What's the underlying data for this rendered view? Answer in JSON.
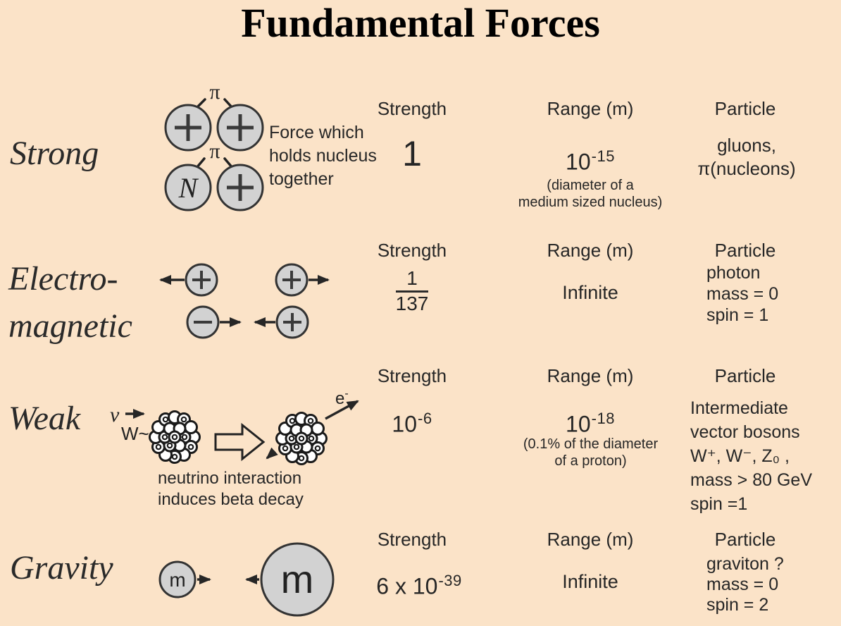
{
  "title": "Fundamental Forces",
  "colors": {
    "background": "#fbe3c8",
    "circle_fill": "#d2d2d2",
    "ink": "#262626"
  },
  "columns": {
    "strength": "Strength",
    "range": "Range (m)",
    "particle": "Particle"
  },
  "strong": {
    "name": "Strong",
    "diagram": {
      "pi": "π",
      "plus": "+",
      "n": "N"
    },
    "description_lines": [
      "Force which",
      "holds nucleus",
      "together"
    ],
    "strength": "1",
    "range_base": "10",
    "range_exp": "-15",
    "range_note_lines": [
      "(diameter of a",
      "medium sized nucleus)"
    ],
    "particle_lines": [
      "gluons,",
      "π(nucleons)"
    ]
  },
  "electromagnetic": {
    "name_lines": [
      "Electro-",
      "magnetic"
    ],
    "diagram": {
      "plus": "+",
      "minus": "−"
    },
    "strength_numerator": "1",
    "strength_denominator": "137",
    "range": "Infinite",
    "particle_lines": [
      "photon",
      "mass = 0",
      "spin = 1"
    ]
  },
  "weak": {
    "name": "Weak",
    "diagram": {
      "neutrino": "ν",
      "boson": "W~",
      "electron_base": "e",
      "electron_sup": "-",
      "caption_lines": [
        "neutrino interaction",
        "induces beta decay"
      ]
    },
    "strength_base": "10",
    "strength_exp": "-6",
    "range_base": "10",
    "range_exp": "-18",
    "range_note_lines": [
      "(0.1% of the diameter",
      "of a proton)"
    ],
    "particle_lines": [
      "Intermediate",
      "vector bosons",
      "W⁺, W⁻, Z₀ ,",
      "mass > 80 GeV",
      "spin =1"
    ]
  },
  "gravity": {
    "name": "Gravity",
    "diagram": {
      "mass_small": "m",
      "mass_large": "m"
    },
    "strength_base": "6 x 10",
    "strength_exp": "-39",
    "range": "Infinite",
    "particle_lines": [
      "graviton ?",
      "mass = 0",
      "spin = 2"
    ]
  }
}
